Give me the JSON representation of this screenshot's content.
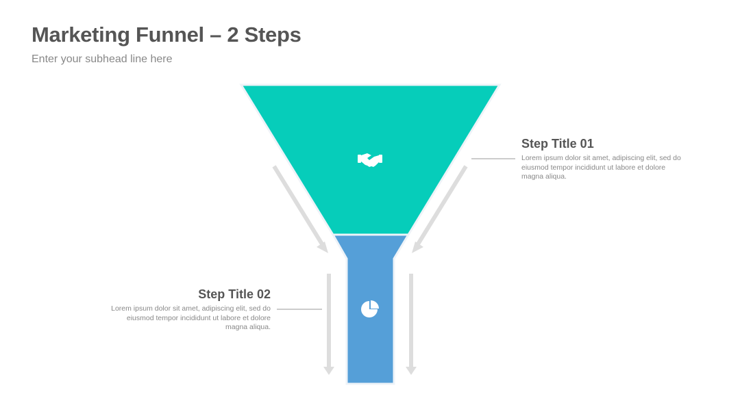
{
  "slide": {
    "title": "Marketing Funnel – 2 Steps",
    "subtitle": "Enter your subhead line here"
  },
  "steps": [
    {
      "title": "Step Title 01",
      "text": "Lorem ipsum dolor sit amet, adipiscing elit, sed do eiusmod tempor incididunt ut labore et dolore magna aliqua.",
      "color": "#06CDBA",
      "icon": "handshake-icon"
    },
    {
      "title": "Step Title 02",
      "text": "Lorem ipsum dolor sit amet, adipiscing elit, sed do eiusmod tempor incididunt ut labore et dolore magna aliqua.",
      "color": "#559FD8",
      "icon": "pie-chart-icon"
    }
  ],
  "colors": {
    "heading": "#555555",
    "body_text": "#888888",
    "arrow": "#DDDDDD",
    "connector": "#999999"
  }
}
